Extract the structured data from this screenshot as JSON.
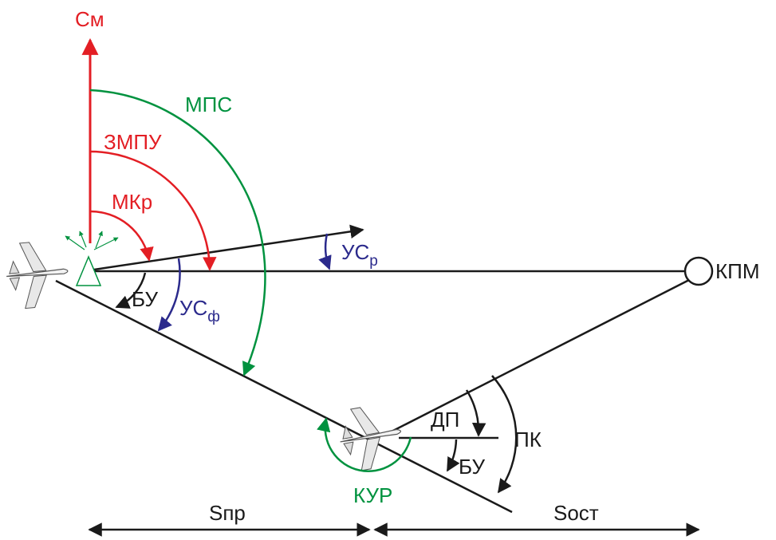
{
  "labels": {
    "north": "См",
    "mps": "МПС",
    "zmpu": "ЗМПУ",
    "mkr": "МКр",
    "us_p_main": "УС",
    "us_p_sub": "р",
    "us_f_main": "УС",
    "us_f_sub": "ф",
    "bu_origin": "БУ",
    "bu_mid": "БУ",
    "kpm": "КПМ",
    "dp": "ДП",
    "pk": "ПК",
    "kur": "КУР",
    "s_pr": "Sпр",
    "s_ost": "Sост"
  },
  "colors": {
    "red": "#e31e24",
    "green": "#00923f",
    "blue": "#2b2a8c",
    "black": "#1a1a1a"
  }
}
